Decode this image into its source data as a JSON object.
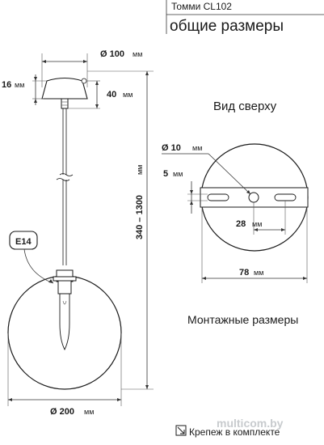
{
  "header": {
    "model": "Томми CL102",
    "subtitle": "общие размеры"
  },
  "side_view": {
    "canopy_diameter": "Ø 100",
    "canopy_height": "16",
    "canopy_height_unit": "мм",
    "holder_height": "40",
    "holder_height_unit": "мм",
    "total_length": "340 – 1300",
    "total_length_unit": "мм",
    "socket_type": "E14",
    "shade_diameter": "Ø 200",
    "unit": "мм"
  },
  "top_view": {
    "title": "Вид сверху",
    "hole_diameter": "Ø 10",
    "slot_width": "5",
    "hole_spacing": "28",
    "bracket_length": "78",
    "unit": "мм"
  },
  "mounting_title": "Монтажные размеры",
  "footer": {
    "note": "Крепеж в комплекте"
  },
  "watermark": "multicom.by"
}
